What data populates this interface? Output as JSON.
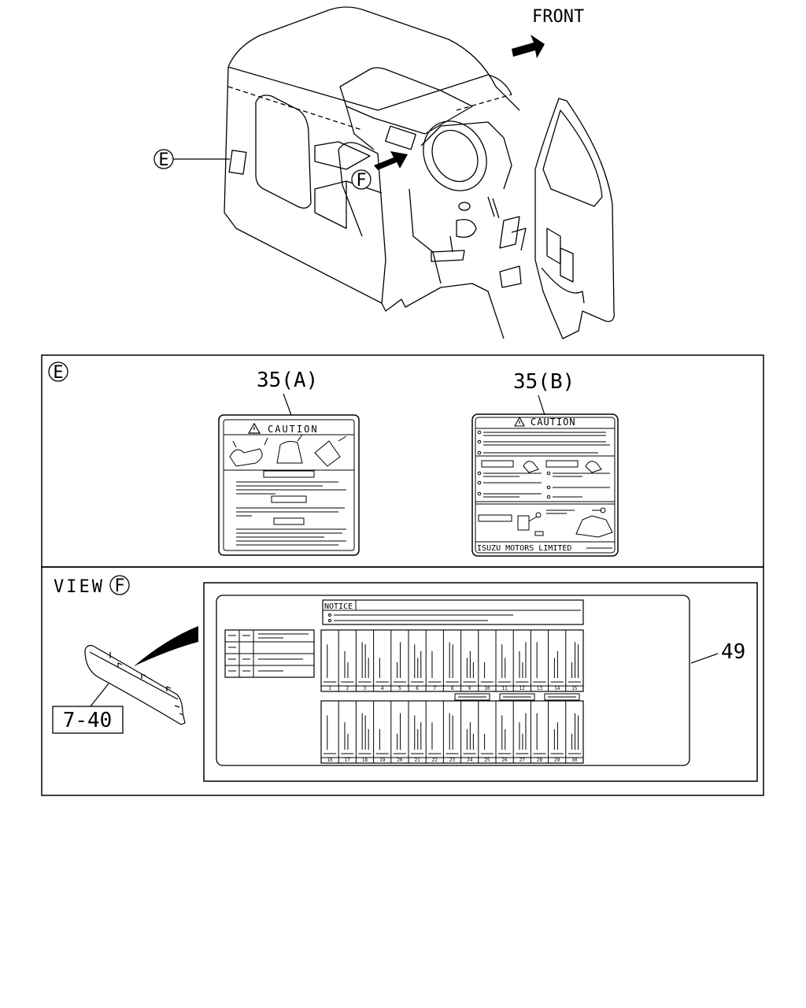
{
  "header": {
    "front_label": "FRONT",
    "callout_e": "E",
    "callout_f": "F"
  },
  "panel_e": {
    "circle_label": "E",
    "label_a": {
      "part_no": "35(A)",
      "caution": "CAUTION"
    },
    "label_b": {
      "part_no": "35(B)",
      "caution": "CAUTION",
      "maker": "ISUZU MOTORS LIMITED"
    }
  },
  "panel_f": {
    "view_label": "VIEW",
    "circle_label": "F",
    "cover_part_no": "7-40",
    "label_part_no": "49",
    "notice": "NOTICE",
    "fuse_numbers_top": [
      "1",
      "2",
      "3",
      "4",
      "5",
      "6",
      "7",
      "8",
      "9",
      "10",
      "11",
      "12",
      "13",
      "14",
      "15"
    ],
    "fuse_numbers_bottom": [
      "16",
      "17",
      "18",
      "19",
      "20",
      "21",
      "22",
      "23",
      "24",
      "25",
      "26",
      "27",
      "28",
      "29",
      "30"
    ]
  }
}
